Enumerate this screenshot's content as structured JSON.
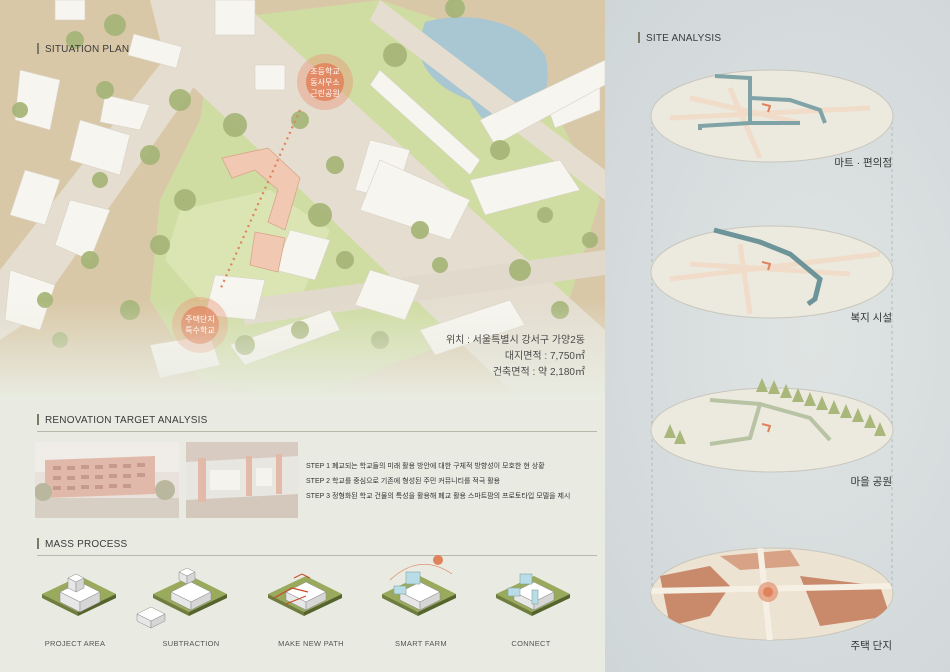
{
  "situation_plan": {
    "title": "SITUATION PLAN",
    "marker_top": [
      "초등학교",
      "동사무소",
      "근린공원"
    ],
    "marker_bottom": [
      "주택단지",
      "특수학교"
    ],
    "info": [
      "위치 : 서울특별시 강서구 가양2동",
      "대지면적 : 7,750㎡",
      "건축면적 : 약 2,180㎡"
    ]
  },
  "renovation": {
    "title": "RENOVATION TARGET ANALYSIS",
    "steps": [
      "STEP 1  폐교되는 학교들의 미래 활용 방안에 대한 구체적 방향성이 모호한 현 상황",
      "STEP 2  학교를 중심으로 기존에 형성된 주민 커뮤니티를 적극 활용",
      "STEP 3  정형화된 학교 건물의 특성을 활용해 폐교 활용 스마트팜의 프로토타입 모델을 제시"
    ]
  },
  "mass_process": {
    "title": "MASS PROCESS",
    "steps": [
      "PROJECT AREA",
      "SUBTRACTION",
      "MAKE NEW PATH",
      "SMART FARM",
      "CONNECT"
    ]
  },
  "site_analysis": {
    "title": "SITE ANALYSIS",
    "layers": [
      "마트 · 편의점",
      "복지 시설",
      "마을 공원",
      "주택 단지"
    ]
  },
  "colors": {
    "accent": "#e0825b",
    "road": "#e3dccf",
    "ground": "#d9c8a7",
    "green": "#cfdca0",
    "tree": "#a9b77a",
    "teal": "#7fa3a6"
  }
}
